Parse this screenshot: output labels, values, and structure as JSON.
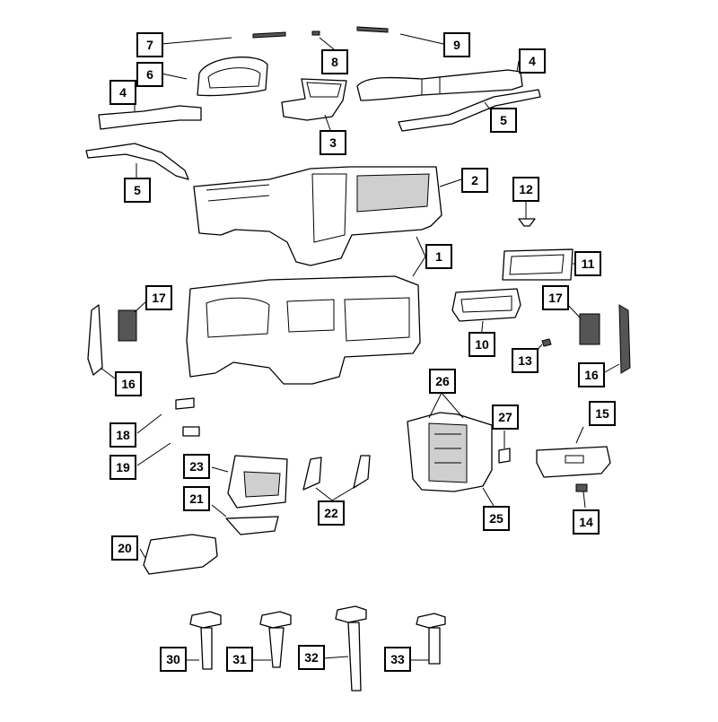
{
  "callouts": [
    "1",
    "2",
    "3",
    "4",
    "5",
    "6",
    "7",
    "8",
    "9",
    "10",
    "11",
    "12",
    "13",
    "14",
    "15",
    "16",
    "17",
    "18",
    "19",
    "20",
    "21",
    "22",
    "23",
    "25",
    "26",
    "27",
    "30",
    "31",
    "32",
    "33"
  ]
}
